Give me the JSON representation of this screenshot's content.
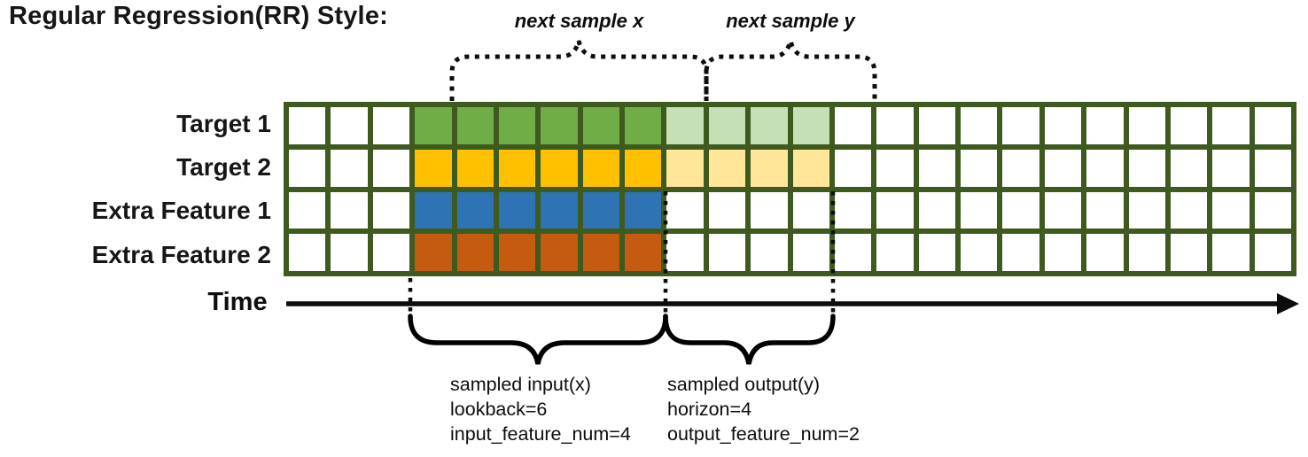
{
  "title": "Regular Regression(RR) Style:",
  "top_annotations": {
    "next_sample_x": "next sample x",
    "next_sample_y": "next sample y"
  },
  "time_axis": {
    "label": "Time"
  },
  "grid": {
    "columns": 24,
    "segments": {
      "empty_before": 3,
      "input": 6,
      "output": 4,
      "empty_after": 11
    },
    "border_color": "#3E5A1F",
    "empty_color": "#FFFFFF",
    "rows": [
      {
        "label": "Target 1",
        "input_color": "#70AD47",
        "output_color": "#C5E0B4"
      },
      {
        "label": "Target 2",
        "input_color": "#FFC000",
        "output_color": "#FFE699"
      },
      {
        "label": "Extra Feature 1",
        "input_color": "#2E74B5",
        "output_color": "#FFFFFF"
      },
      {
        "label": "Extra Feature 2",
        "input_color": "#C55A11",
        "output_color": "#FFFFFF"
      }
    ]
  },
  "bottom_annotations": {
    "input": {
      "lines": [
        "sampled input(x)",
        "lookback=6",
        "input_feature_num=4"
      ]
    },
    "output": {
      "lines": [
        "sampled output(y)",
        "horizon=4",
        "output_feature_num=2"
      ]
    }
  }
}
